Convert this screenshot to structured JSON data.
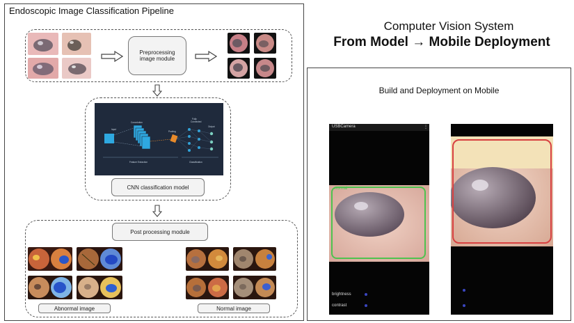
{
  "left_panel": {
    "title": "Endoscopic Image Classification Pipeline",
    "preprocess_label": "Preprocessing\nimage module",
    "cnn_label": "CNN classification model",
    "post_label": "Post processing module",
    "abnormal_label": "Abnormal image",
    "normal_label": "Normal image",
    "cnn_figure": {
      "input_label": "Input",
      "convolution_label": "Convolution",
      "pooling_label": "Pooling",
      "fully_connected_label": "Fully\nConnected",
      "output_label": "Output",
      "feature_extraction_label": "Feature Extraction",
      "classification_label": "Classification"
    }
  },
  "right_panel": {
    "heading_line1": "Computer Vision System",
    "heading_line2": "From Model → Mobile Deployment",
    "subtitle": "Build and Deployment on Mobile",
    "phone1": {
      "app_title": "USBCamera",
      "detection_label": "normal",
      "slider1_label": "brightness",
      "slider2_label": "contrast"
    }
  },
  "colors": {
    "cnn_bg": "#1f2a3c",
    "cnn_blue": "#2ea8e0",
    "cnn_orange": "#e88a2a",
    "detect_green": "#4ec24e",
    "detect_red": "#d84040"
  }
}
